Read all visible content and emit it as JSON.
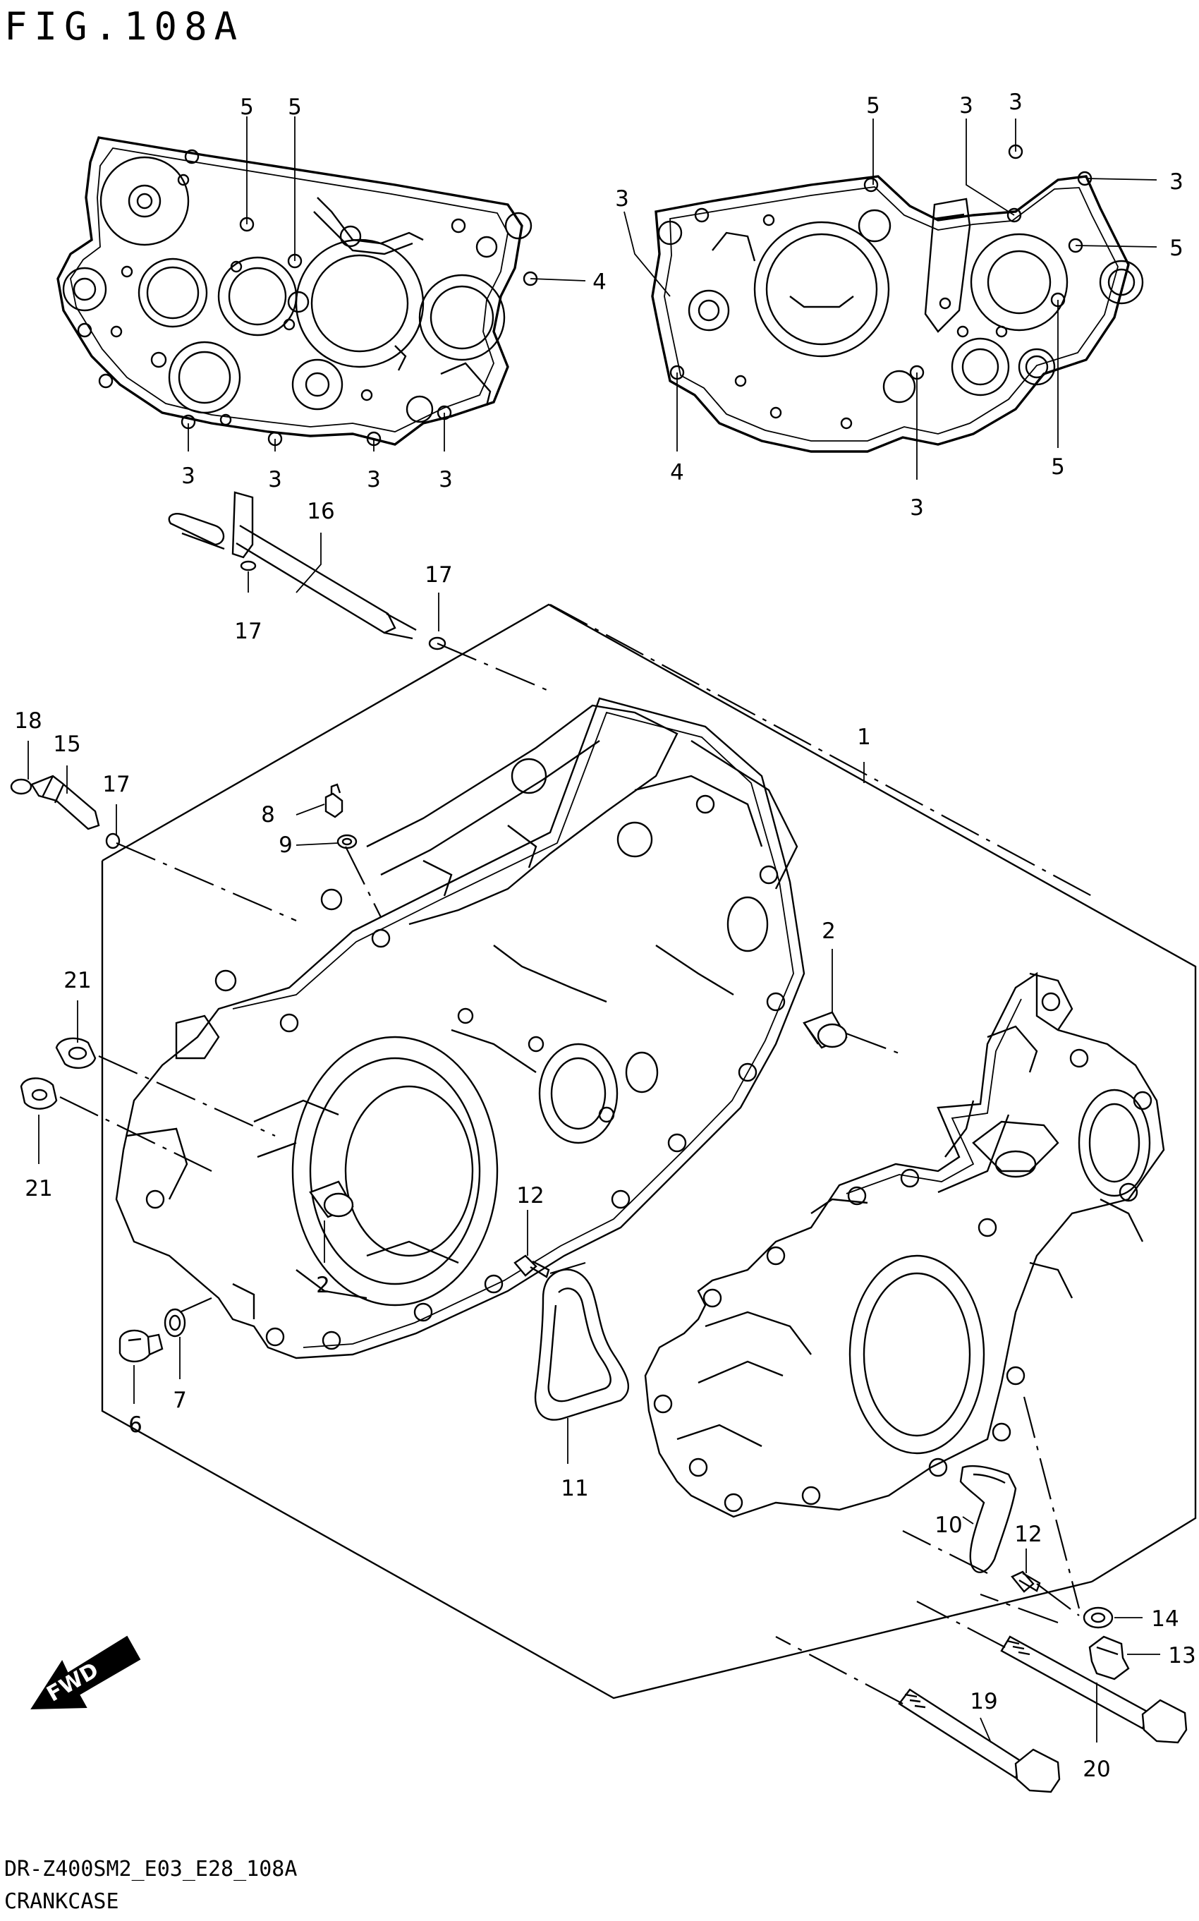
{
  "figure": {
    "title": "FIG.108A",
    "code": "DR-Z400SM2_E03_E28_108A",
    "name": "CRANKCASE",
    "fwd_label": "FWD"
  },
  "callouts": [
    {
      "id": "c-top5a",
      "text": "5"
    },
    {
      "id": "c-top5b",
      "text": "5"
    },
    {
      "id": "c-left4",
      "text": "4"
    },
    {
      "id": "c-left3a",
      "text": "3"
    },
    {
      "id": "c-left3b",
      "text": "3"
    },
    {
      "id": "c-left3c",
      "text": "3"
    },
    {
      "id": "c-left3d",
      "text": "3"
    },
    {
      "id": "c-r3a",
      "text": "3"
    },
    {
      "id": "c-r5a",
      "text": "5"
    },
    {
      "id": "c-r3b",
      "text": "3"
    },
    {
      "id": "c-r3c",
      "text": "3"
    },
    {
      "id": "c-r3d",
      "text": "3"
    },
    {
      "id": "c-r5b",
      "text": "5"
    },
    {
      "id": "c-r4",
      "text": "4"
    },
    {
      "id": "c-r3e",
      "text": "3"
    },
    {
      "id": "c-r5c",
      "text": "5"
    },
    {
      "id": "c-16",
      "text": "16"
    },
    {
      "id": "c-17a",
      "text": "17"
    },
    {
      "id": "c-17b",
      "text": "17"
    },
    {
      "id": "c-18",
      "text": "18"
    },
    {
      "id": "c-15",
      "text": "15"
    },
    {
      "id": "c-17c",
      "text": "17"
    },
    {
      "id": "c-1",
      "text": "1"
    },
    {
      "id": "c-8",
      "text": "8"
    },
    {
      "id": "c-9",
      "text": "9"
    },
    {
      "id": "c-2a",
      "text": "2"
    },
    {
      "id": "c-21a",
      "text": "21"
    },
    {
      "id": "c-21b",
      "text": "21"
    },
    {
      "id": "c-12a",
      "text": "12"
    },
    {
      "id": "c-2b",
      "text": "2"
    },
    {
      "id": "c-6",
      "text": "6"
    },
    {
      "id": "c-7",
      "text": "7"
    },
    {
      "id": "c-11",
      "text": "11"
    },
    {
      "id": "c-10",
      "text": "10"
    },
    {
      "id": "c-12b",
      "text": "12"
    },
    {
      "id": "c-14",
      "text": "14"
    },
    {
      "id": "c-13",
      "text": "13"
    },
    {
      "id": "c-19",
      "text": "19"
    },
    {
      "id": "c-20",
      "text": "20"
    }
  ]
}
